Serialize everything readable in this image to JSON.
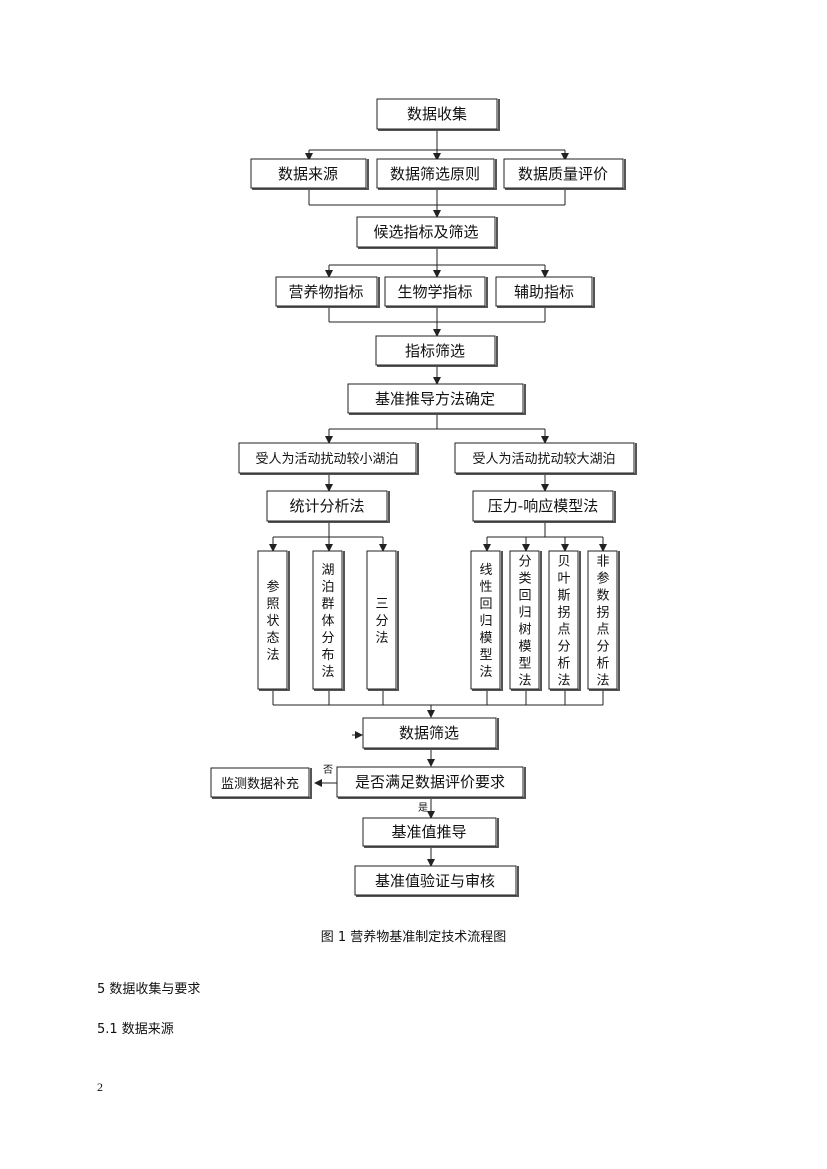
{
  "flowchart": {
    "data_collection": "数据收集",
    "data_source": "数据来源",
    "data_screen_principle": "数据筛选原则",
    "data_quality_eval": "数据质量评价",
    "candidate_indicators": "候选指标及筛选",
    "nutrient_indicators": "营养物指标",
    "biological_indicators": "生物学指标",
    "auxiliary_indicators": "辅助指标",
    "indicator_screening": "指标筛选",
    "derivation_method": "基准推导方法确定",
    "small_lake": "受人为活动扰动较小湖泊",
    "large_lake": "受人为活动扰动较大湖泊",
    "statistical_method": "统计分析法",
    "pressure_response": "压力-响应模型法",
    "reference_state": "参照状态法",
    "lake_distribution": "湖泊群体分布法",
    "trisection": "三分法",
    "linear_regression": "线性回归模型法",
    "classification_tree": "分类回归树模型法",
    "bayesian": "贝叶斯拐点分析法",
    "nonparametric": "非参数拐点分析法",
    "data_screening_2": "数据筛选",
    "meets_requirement": "是否满足数据评价要求",
    "no_label": "否",
    "yes_label": "是",
    "monitoring_supplement": "监测数据补充",
    "derive_value": "基准值推导",
    "verify_review": "基准值验证与审核"
  },
  "caption": "图 1  营养物基准制定技术流程图",
  "section_5": "5  数据收集与要求",
  "section_5_1": "5.1  数据来源",
  "page_number": "2"
}
